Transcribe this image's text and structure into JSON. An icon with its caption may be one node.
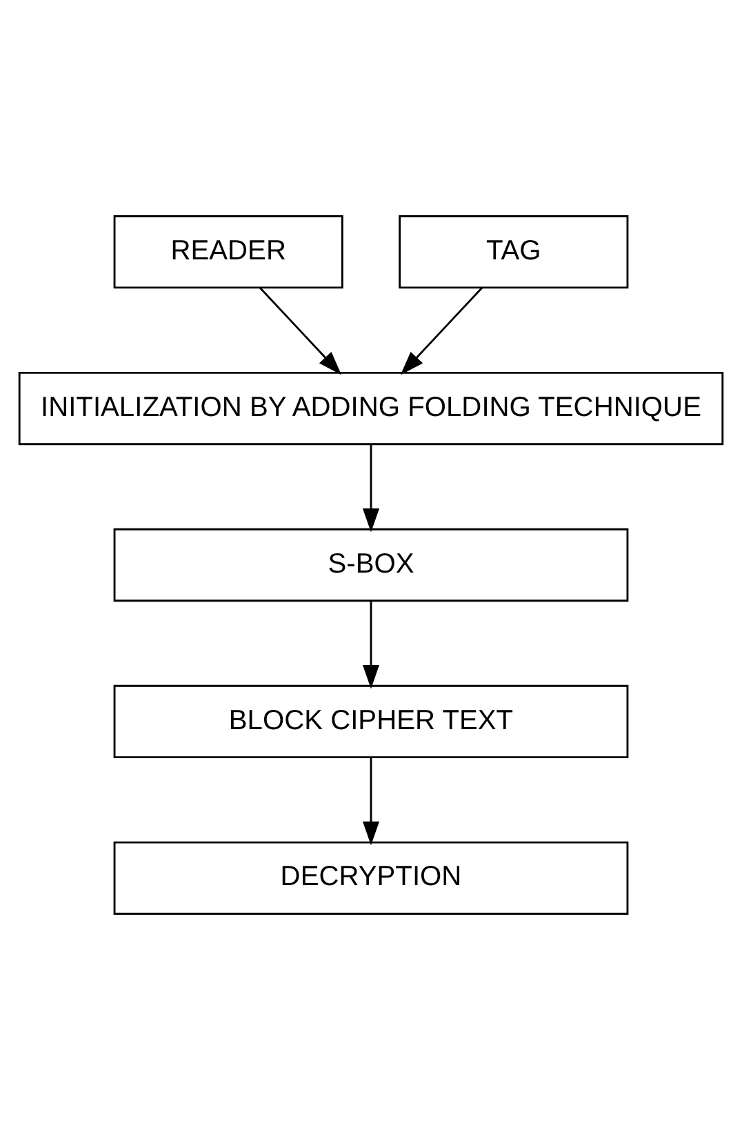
{
  "diagram": {
    "nodes": [
      {
        "text": [
          "READER"
        ]
      },
      {
        "text": [
          "TAG"
        ]
      },
      {
        "text": [
          "INITIALIZATION BY ADDING FOLDING TECHNIQUE"
        ]
      },
      {
        "text": [
          "S-BOX"
        ]
      },
      {
        "text": [
          "BLOCK CIPHER TEXT"
        ]
      },
      {
        "text": [
          "DECRYPTION"
        ]
      }
    ],
    "edges": [
      {
        "from": 0,
        "to": 2,
        "arrow": "to"
      },
      {
        "from": 1,
        "to": 2,
        "arrow": "to"
      },
      {
        "from": 2,
        "to": 3,
        "arrow": "to"
      },
      {
        "from": 3,
        "to": 4,
        "arrow": "to"
      },
      {
        "from": 4,
        "to": 5,
        "arrow": "to"
      }
    ]
  }
}
